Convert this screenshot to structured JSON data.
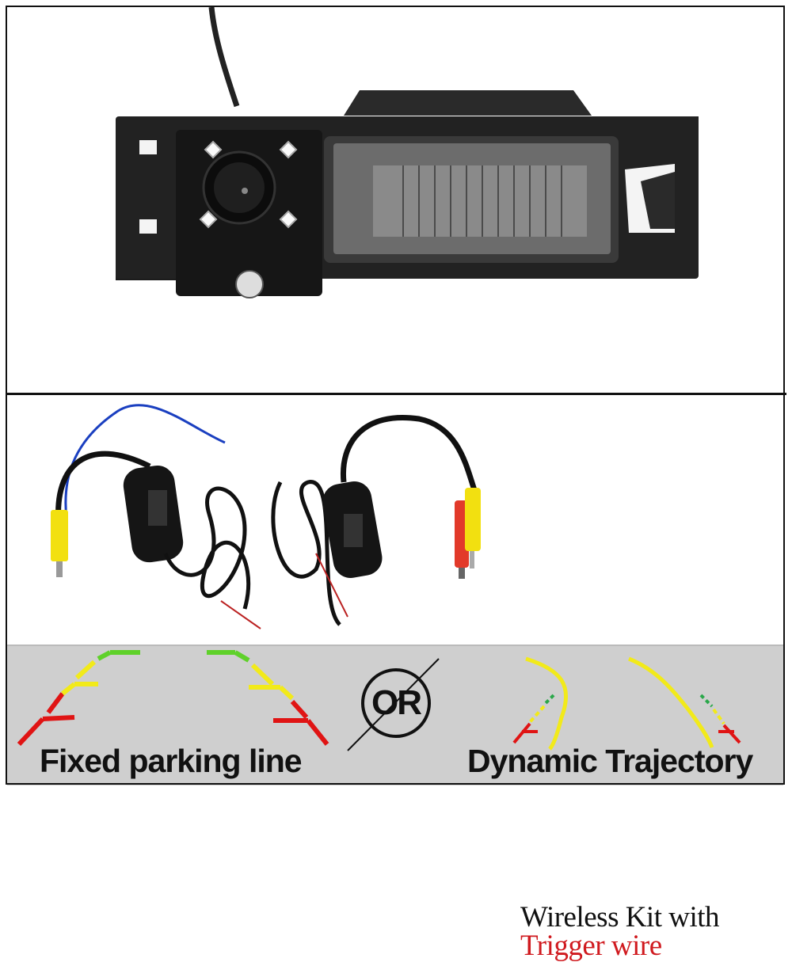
{
  "product_image": {
    "camera_panel": {
      "description": "license plate light reverse camera with 4 LEDs"
    },
    "wireless_panel": {
      "title_line1": "Wireless Kit with",
      "title_line2": "Trigger wire",
      "title_line2_color": "#d01a1f"
    },
    "guidelines_panel": {
      "option_a_label": "Fixed parking line",
      "separator_label": "OR",
      "option_b_label": "Dynamic Trajectory",
      "colors": {
        "green": "#5fd12a",
        "yellow": "#f2ea1a",
        "red": "#e01414",
        "background": "#cfcfcf"
      }
    }
  }
}
